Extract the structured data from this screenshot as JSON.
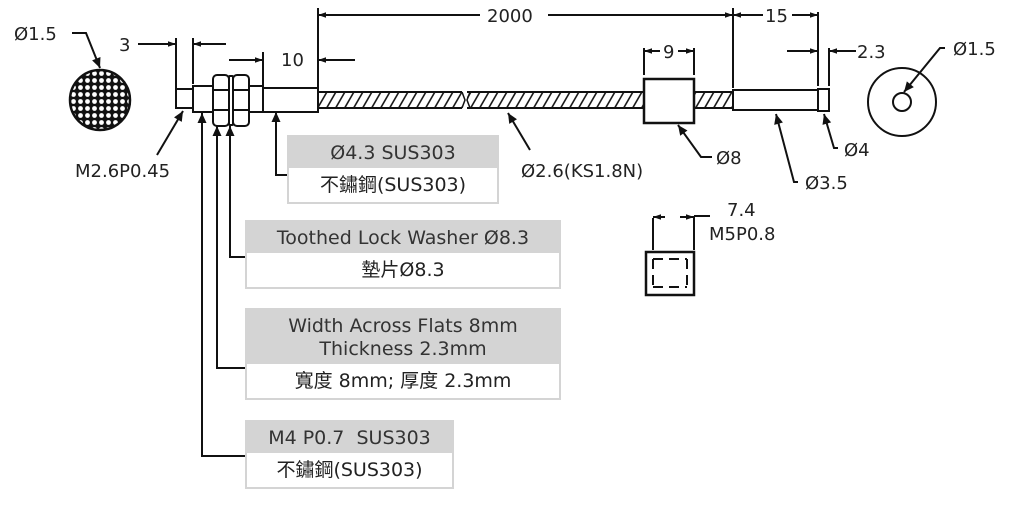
{
  "diagram": {
    "title": "Fiber optic sensor head dimensional drawing",
    "colors": {
      "line": "#111111",
      "box_header": "#d4d4d4",
      "box_border": "#d4d4d4",
      "text": "#222222"
    },
    "dimensions": {
      "tip_dia_left": "Ø1.5",
      "thread_len": "3",
      "sleeve_len": "10",
      "cable_len": "2000",
      "sleeve_block_len": "9",
      "end_len": "15",
      "end_tip_len": "2.3",
      "tip_dia_right": "Ø1.5",
      "thread_spec": "M2.6P0.45",
      "cable_dia": "Ø2.6(KS1.8N)",
      "block_dia": "Ø8",
      "end_tip_dia": "Ø4",
      "end_dia": "Ø3.5",
      "nut_size": "7.4",
      "nut_thread": "M5P0.8"
    },
    "callouts": [
      {
        "header": "Ø4.3   SUS303",
        "sub": "不鏽鋼(SUS303)"
      },
      {
        "header": "Toothed Lock Washer Ø8.3",
        "sub": "墊片Ø8.3"
      },
      {
        "header": "Width Across Flats 8mm\nThickness 2.3mm",
        "header_line1": "Width Across Flats 8mm",
        "header_line2": "Thickness 2.3mm",
        "sub": "寬度 8mm; 厚度 2.3mm"
      },
      {
        "header": "M4 P0.7  SUS303",
        "sub": "不鏽鋼(SUS303)"
      }
    ]
  }
}
